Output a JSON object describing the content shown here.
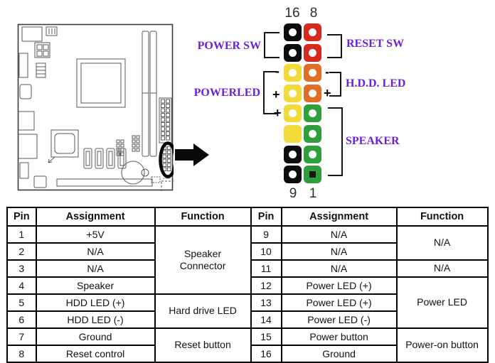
{
  "board": {
    "alt": "motherboard outline drawing with front-panel header circled"
  },
  "pin_header": {
    "top_pin_numbers": [
      "16",
      "8"
    ],
    "bottom_pin_numbers": [
      "9",
      "1"
    ],
    "label_color": "#6b21d8",
    "labels": {
      "power_sw": "POWER SW",
      "reset_sw": "RESET SW",
      "power_led": "POWERLED",
      "hdd_led": "H.D.D. LED",
      "speaker": "SPEAKER"
    },
    "signs": {
      "power_led": [
        "-",
        "+",
        "+"
      ],
      "hdd_led": [
        "-",
        "+"
      ]
    },
    "colors": {
      "black": "#0d0d0d",
      "red": "#d7291e",
      "orange": "#e06e26",
      "yellow": "#f1da3a",
      "green": "#2f9f3b"
    },
    "left_column": [
      {
        "color": "black",
        "hole": "dot"
      },
      {
        "color": "black",
        "hole": "dot"
      },
      {
        "color": "yellow",
        "hole": "dot"
      },
      {
        "color": "yellow",
        "hole": "dot"
      },
      {
        "color": "yellow",
        "hole": "dot"
      },
      {
        "color": "yellow",
        "hole": "none"
      },
      {
        "color": "black",
        "hole": "dot"
      },
      {
        "color": "black",
        "hole": "dot"
      }
    ],
    "right_column": [
      {
        "color": "red",
        "hole": "dot"
      },
      {
        "color": "red",
        "hole": "dot"
      },
      {
        "color": "orange",
        "hole": "dot"
      },
      {
        "color": "orange",
        "hole": "dot"
      },
      {
        "color": "green",
        "hole": "dot"
      },
      {
        "color": "green",
        "hole": "dot"
      },
      {
        "color": "green",
        "hole": "dot"
      },
      {
        "color": "green",
        "hole": "square"
      }
    ]
  },
  "table": {
    "headers": [
      "Pin",
      "Assignment",
      "Function",
      "Pin",
      "Assignment",
      "Function"
    ],
    "left_rows": [
      [
        "1",
        "+5V"
      ],
      [
        "2",
        "N/A"
      ],
      [
        "3",
        "N/A"
      ],
      [
        "4",
        "Speaker"
      ],
      [
        "5",
        "HDD LED (+)"
      ],
      [
        "6",
        "HDD LED (-)"
      ],
      [
        "7",
        "Ground"
      ],
      [
        "8",
        "Reset control"
      ]
    ],
    "left_functions": [
      {
        "label": "Speaker\nConnector",
        "start": 0,
        "span": 4
      },
      {
        "label": "Hard drive LED",
        "start": 4,
        "span": 2
      },
      {
        "label": "Reset button",
        "start": 6,
        "span": 2
      }
    ],
    "right_rows": [
      [
        "9",
        "N/A"
      ],
      [
        "10",
        "N/A"
      ],
      [
        "11",
        "N/A"
      ],
      [
        "12",
        "Power LED (+)"
      ],
      [
        "13",
        "Power LED (+)"
      ],
      [
        "14",
        "Power LED (-)"
      ],
      [
        "15",
        "Power button"
      ],
      [
        "16",
        "Ground"
      ]
    ],
    "right_functions": [
      {
        "label": "N/A",
        "start": 0,
        "span": 2
      },
      {
        "label": "N/A",
        "start": 2,
        "span": 1
      },
      {
        "label": "Power LED",
        "start": 3,
        "span": 3
      },
      {
        "label": "Power-on button",
        "start": 6,
        "span": 2
      }
    ]
  }
}
